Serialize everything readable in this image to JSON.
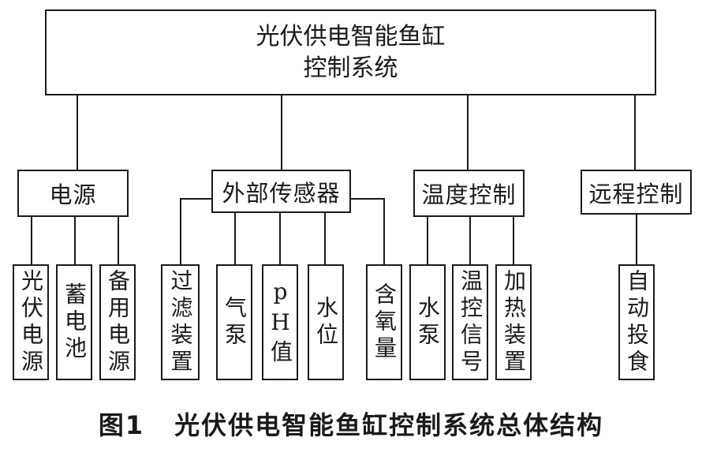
{
  "diagram": {
    "root": {
      "label": "光伏供电智能鱼缸\n控制系统"
    },
    "categories": [
      {
        "label": "电源"
      },
      {
        "label": "外部传感器"
      },
      {
        "label": "温度控制"
      },
      {
        "label": "远程控制"
      }
    ],
    "leaves": [
      {
        "label": "光伏电源"
      },
      {
        "label": "蓄电池"
      },
      {
        "label": "备用电源"
      },
      {
        "label": "过滤装置"
      },
      {
        "label": "气泵"
      },
      {
        "label": "pH值"
      },
      {
        "label": "水位"
      },
      {
        "label": "含氧量"
      },
      {
        "label": "水泵"
      },
      {
        "label": "温控信号"
      },
      {
        "label": "加热装置"
      },
      {
        "label": "自动投食"
      }
    ]
  },
  "caption": {
    "figure_number": "图1",
    "title": "光伏供电智能鱼缸控制系统总体结构"
  }
}
